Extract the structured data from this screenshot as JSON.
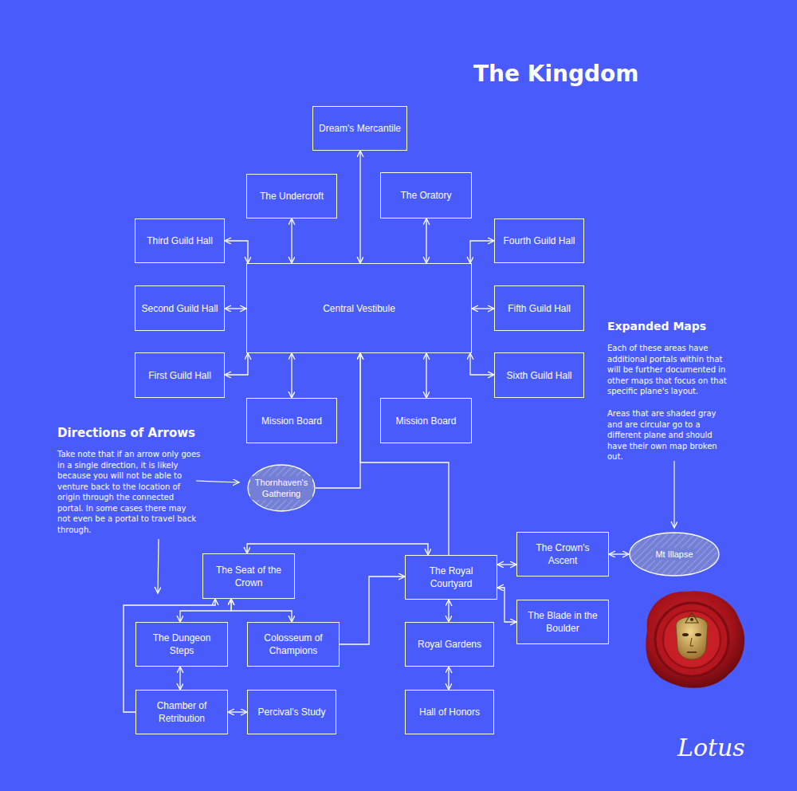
{
  "diagram": {
    "title": "The Kingdom",
    "nodes": [
      {
        "text": [
          "Dream's Mercantile"
        ]
      },
      {
        "text": [
          "The Undercroft"
        ]
      },
      {
        "text": [
          "The Oratory"
        ]
      },
      {
        "text": [
          "Third Guild Hall"
        ]
      },
      {
        "text": [
          "Fourth Guild Hall"
        ]
      },
      {
        "text": [
          "Central Vestibule"
        ]
      },
      {
        "text": [
          "Second Guild Hall"
        ]
      },
      {
        "text": [
          "Fifth Guild Hall"
        ]
      },
      {
        "text": [
          "First Guild Hall"
        ]
      },
      {
        "text": [
          "Sixth Guild Hall"
        ]
      },
      {
        "text": [
          "Mission Board"
        ]
      },
      {
        "text": [
          "Mission Board"
        ]
      },
      {
        "text": [
          "Thornhaven's Gathering"
        ]
      },
      {
        "text": [
          "The Seat of the Crown"
        ]
      },
      {
        "text": [
          "The Royal Courtyard"
        ]
      },
      {
        "text": [
          "The Crown's Ascent"
        ]
      },
      {
        "text": [
          "Mt Illapse"
        ]
      },
      {
        "text": [
          "The Dungeon Steps"
        ]
      },
      {
        "text": [
          "Colosseum of Champions"
        ]
      },
      {
        "text": [
          "Royal Gardens"
        ]
      },
      {
        "text": [
          "The Blade in the Boulder"
        ]
      },
      {
        "text": [
          "Chamber of Retribution"
        ]
      },
      {
        "text": [
          "Percival's Study"
        ]
      },
      {
        "text": [
          "Hall of Honors"
        ]
      }
    ],
    "edges": [
      {
        "from": 5,
        "to": 0,
        "arrow": "both"
      },
      {
        "from": 1,
        "to": 5,
        "arrow": "both"
      },
      {
        "from": 2,
        "to": 5,
        "arrow": "both"
      },
      {
        "from": 3,
        "to": 5,
        "arrow": "both"
      },
      {
        "from": 4,
        "to": 5,
        "arrow": "both"
      },
      {
        "from": 6,
        "to": 5,
        "arrow": "both"
      },
      {
        "from": 7,
        "to": 5,
        "arrow": "both"
      },
      {
        "from": 8,
        "to": 5,
        "arrow": "both"
      },
      {
        "from": 9,
        "to": 5,
        "arrow": "both"
      },
      {
        "from": 10,
        "to": 5,
        "arrow": "both"
      },
      {
        "from": 11,
        "to": 5,
        "arrow": "both"
      },
      {
        "from": 12,
        "to": 5,
        "arrow": "to"
      },
      {
        "from": 14,
        "to": 5,
        "arrow": "to"
      },
      {
        "from": 13,
        "to": 14,
        "arrow": "both"
      },
      {
        "from": 14,
        "to": 15,
        "arrow": "both"
      },
      {
        "from": 15,
        "to": 16,
        "arrow": "both"
      },
      {
        "from": 14,
        "to": 20,
        "arrow": "both"
      },
      {
        "from": 14,
        "to": 19,
        "arrow": "both"
      },
      {
        "from": 19,
        "to": 23,
        "arrow": "both"
      },
      {
        "from": 18,
        "to": 14,
        "arrow": "to"
      },
      {
        "from": 13,
        "to": 17,
        "arrow": "both"
      },
      {
        "from": 13,
        "to": 18,
        "arrow": "both"
      },
      {
        "from": 17,
        "to": 21,
        "arrow": "both"
      },
      {
        "from": 21,
        "to": 13,
        "arrow": "to"
      },
      {
        "from": 21,
        "to": 22,
        "arrow": "both"
      }
    ],
    "labels": [
      "Directions of Arrows",
      "Take note that if an arrow only goes in a single direction, it is likely because you will not be able to venture back to the location of origin through the connected portal. In some cases there may not even be a portal to travel back through.",
      "Expanded Maps",
      "Each of these areas have additional portals within that will be further documented in other maps that focus on that specific plane's layout.",
      "Areas that are shaded gray and are circular go to a different plane and should have their own map broken out.",
      "Lotus"
    ]
  }
}
